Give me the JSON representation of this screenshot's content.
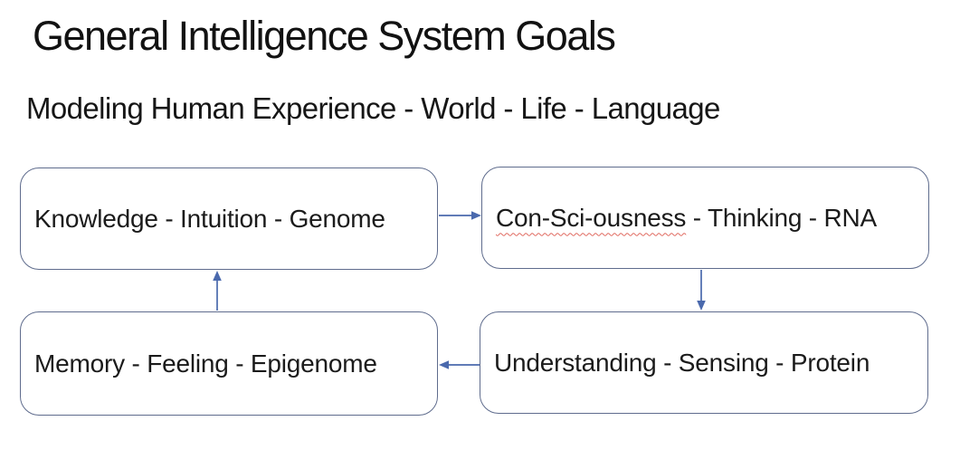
{
  "slide": {
    "title": "General Intelligence System Goals",
    "subtitle": "Modeling Human Experience - World - Life - Language"
  },
  "diagram": {
    "boxes": [
      {
        "id": "knowledge",
        "label": "Knowledge - Intuition - Genome"
      },
      {
        "id": "consciousness",
        "label": "Con-Sci-ousness - Thinking - RNA",
        "misspelled_part": "Con-Sci-ousness",
        "rest_part": " - Thinking - RNA"
      },
      {
        "id": "understanding",
        "label": "Understanding - Sensing - Protein"
      },
      {
        "id": "memory",
        "label": "Memory - Feeling - Epigenome"
      }
    ],
    "arrows": [
      {
        "from": "knowledge",
        "to": "consciousness",
        "direction": "right"
      },
      {
        "from": "consciousness",
        "to": "understanding",
        "direction": "down"
      },
      {
        "from": "understanding",
        "to": "memory",
        "direction": "left"
      },
      {
        "from": "memory",
        "to": "knowledge",
        "direction": "up"
      }
    ],
    "colors": {
      "box_border": "#5f6c8d",
      "arrow": "#4a69ad",
      "spellcheck_underline": "#e0695f",
      "text": "#1b1b1b",
      "background": "#ffffff"
    }
  }
}
